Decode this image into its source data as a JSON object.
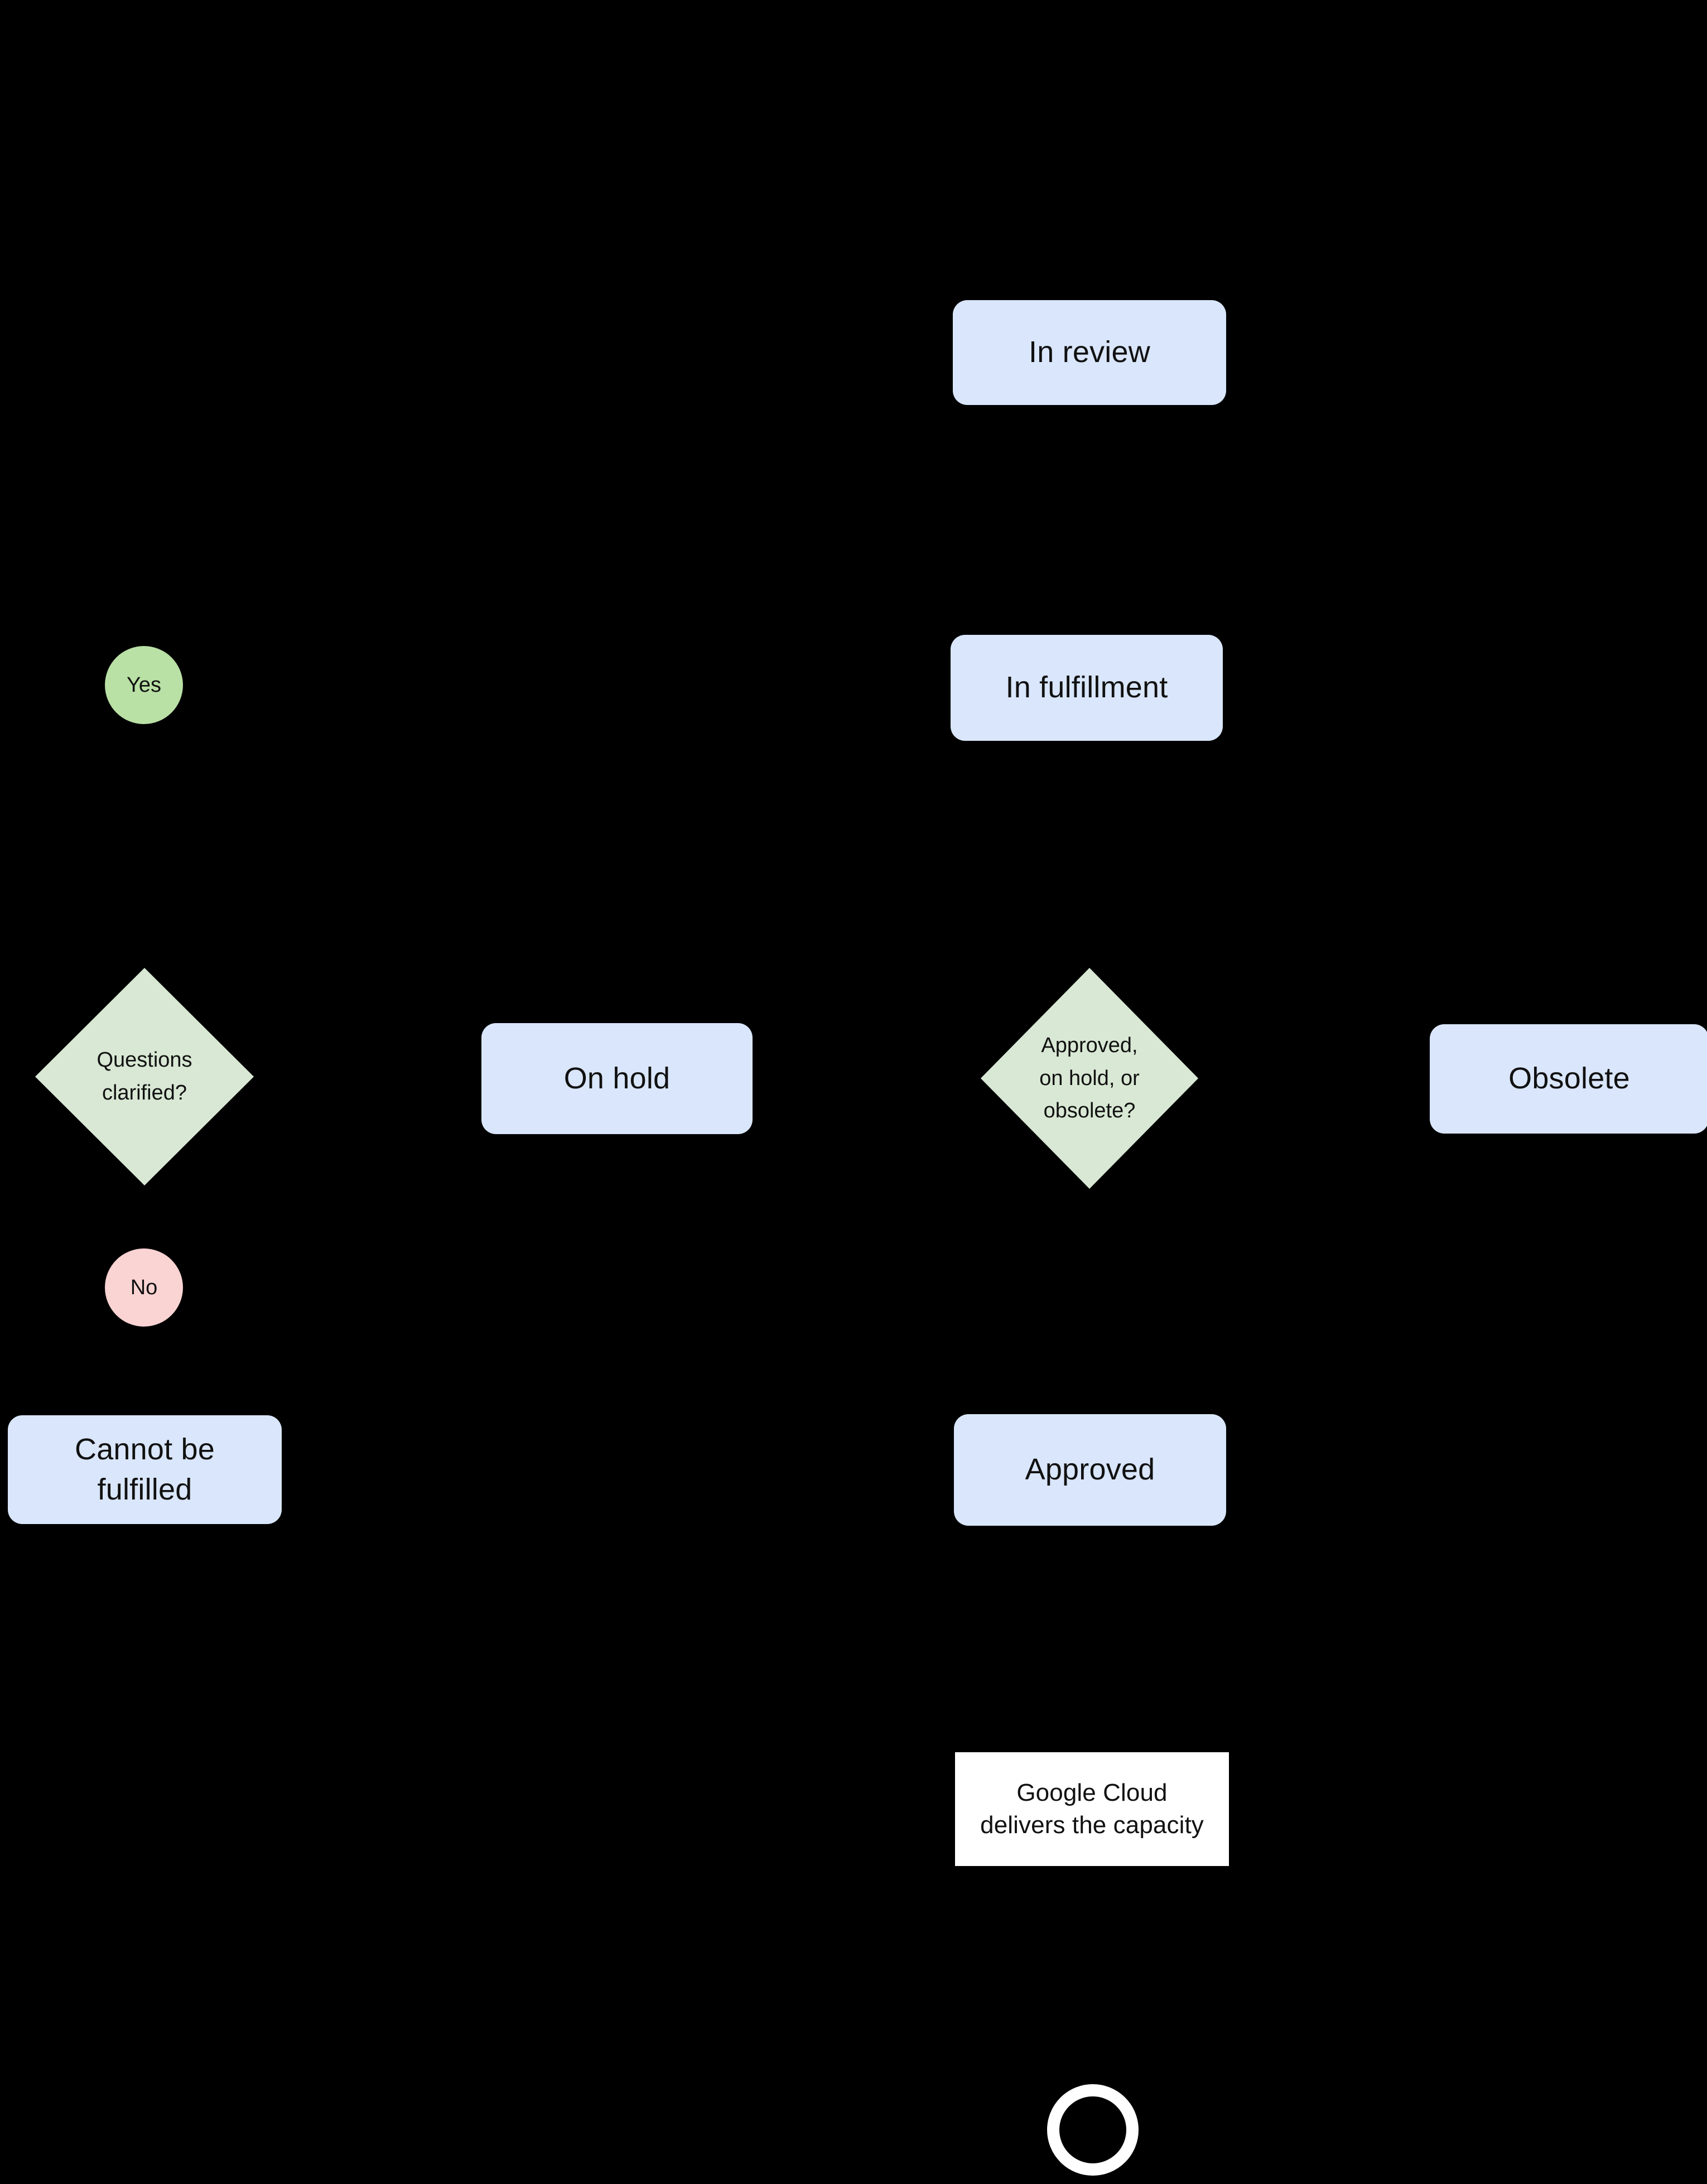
{
  "diagram": {
    "background_color": "#000000",
    "palette": {
      "process_fill": "#d9e6fb",
      "decision_fill": "#d8e8d4",
      "yes_fill": "#b9e0a5",
      "no_fill": "#fad3d3",
      "note_fill": "#ffffff",
      "text_color": "#111111",
      "terminator_stroke": "#ffffff"
    },
    "nodes": [
      {
        "id": "in-review",
        "type": "process",
        "label": "In review"
      },
      {
        "id": "in-fulfillment",
        "type": "process",
        "label": "In fulfillment"
      },
      {
        "id": "questions-clarified",
        "type": "decision",
        "label": "Questions\nclarified?"
      },
      {
        "id": "on-hold",
        "type": "process",
        "label": "On hold"
      },
      {
        "id": "approval-decision",
        "type": "decision",
        "label": "Approved,\non hold, or\nobsolete?"
      },
      {
        "id": "obsolete",
        "type": "process",
        "label": "Obsolete"
      },
      {
        "id": "cannot-be-fulfilled",
        "type": "process",
        "label": "Cannot be\nfulfilled"
      },
      {
        "id": "approved",
        "type": "process",
        "label": "Approved"
      },
      {
        "id": "delivery-note",
        "type": "note",
        "label": "Google Cloud\ndelivers the capacity"
      },
      {
        "id": "end-terminator",
        "type": "terminator",
        "label": ""
      }
    ],
    "edge_labels": [
      {
        "id": "yes-label",
        "label": "Yes",
        "kind": "affirmative"
      },
      {
        "id": "no-label",
        "label": "No",
        "kind": "negative"
      }
    ]
  }
}
